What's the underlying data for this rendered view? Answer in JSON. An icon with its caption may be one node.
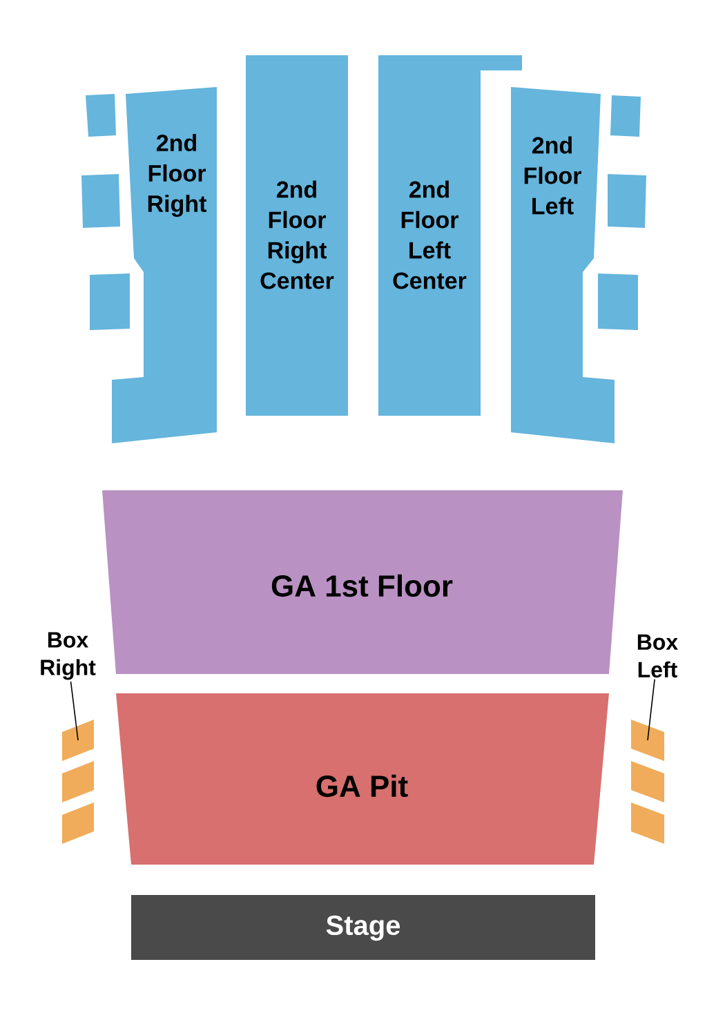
{
  "diagram": {
    "nodes": [
      {
        "text": [],
        "shape": "box"
      },
      {
        "text": [],
        "shape": "box"
      },
      {
        "text": [],
        "shape": "box"
      },
      {
        "text": [
          "2nd Floor Right"
        ]
      },
      {
        "text": [
          "2nd Floor Right Center"
        ]
      },
      {
        "text": [
          "2nd Floor Left Center"
        ]
      },
      {
        "text": [
          "2nd Floor Left"
        ]
      },
      {
        "text": [],
        "shape": "box"
      },
      {
        "text": [],
        "shape": "box"
      },
      {
        "text": [],
        "shape": "box"
      },
      {
        "text": [
          "GA 1st Floor"
        ]
      },
      {
        "text": [
          "Box Right"
        ]
      },
      {
        "text": [
          "Box Left"
        ]
      },
      {
        "text": [
          "GA Pit"
        ]
      },
      {
        "text": [],
        "shape": "box"
      },
      {
        "text": [],
        "shape": "box"
      },
      {
        "text": [],
        "shape": "box"
      },
      {
        "text": [],
        "shape": "box"
      },
      {
        "text": [],
        "shape": "box"
      },
      {
        "text": [],
        "shape": "box"
      },
      {
        "text": [
          "Stage"
        ]
      }
    ],
    "edges": [
      {
        "from": 11,
        "to": 14,
        "arrow": "none"
      },
      {
        "from": 12,
        "to": 17,
        "arrow": "none"
      }
    ]
  }
}
